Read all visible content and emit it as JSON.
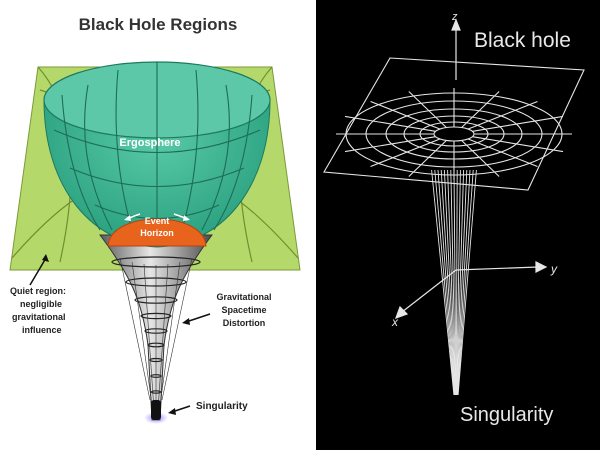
{
  "left": {
    "title": "Black Hole Regions",
    "labels": {
      "ergosphere": "Ergosphere",
      "event_horizon_line1": "Event",
      "event_horizon_line2": "Horizon",
      "quiet_line1": "Quiet region:",
      "quiet_line2": "negligible",
      "quiet_line3": "gravitational",
      "quiet_line4": "influence",
      "distortion_line1": "Gravitational",
      "distortion_line2": "Spacetime",
      "distortion_line3": "Distortion",
      "singularity": "Singularity"
    },
    "colors": {
      "plane": "#b5d86a",
      "ergosphere": "#3bb392",
      "event_horizon": "#e8631c",
      "funnel": "#9a9a9a"
    }
  },
  "right": {
    "title": "Black hole",
    "axes": {
      "z": "z",
      "y": "y",
      "x": "x"
    },
    "singularity": "Singularity",
    "colors": {
      "background": "#000000",
      "lines": "#e6e6e6"
    }
  }
}
